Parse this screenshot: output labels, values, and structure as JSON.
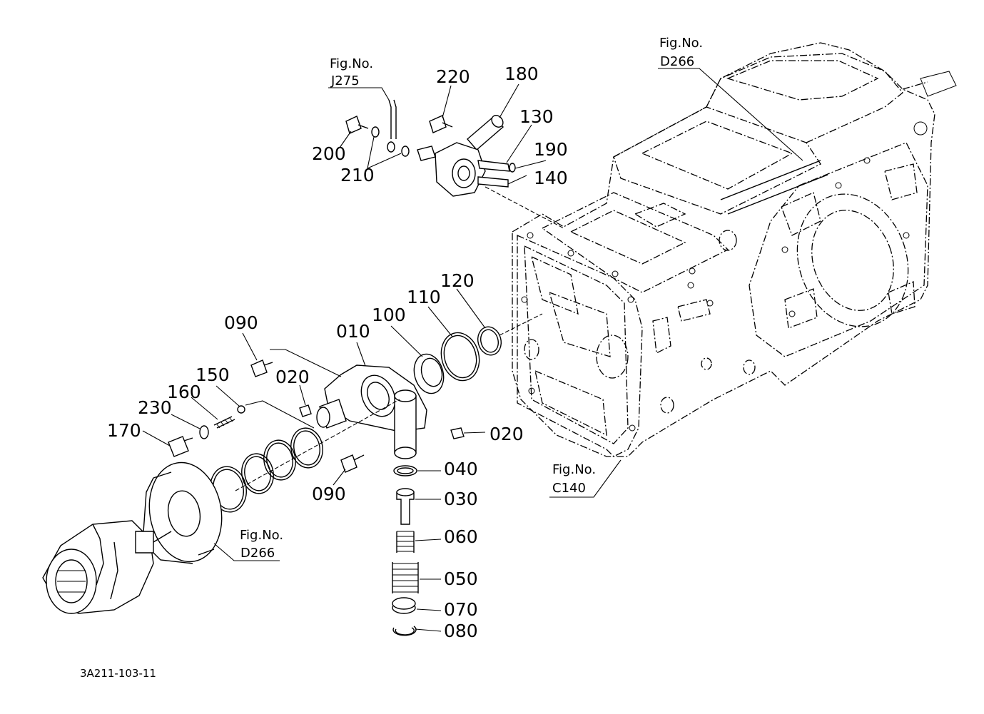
{
  "parts": {
    "p010": "010",
    "p020a": "020",
    "p020b": "020",
    "p030": "030",
    "p040": "040",
    "p050": "050",
    "p060": "060",
    "p070": "070",
    "p080": "080",
    "p090a": "090",
    "p090b": "090",
    "p100": "100",
    "p110": "110",
    "p120": "120",
    "p130": "130",
    "p140": "140",
    "p150": "150",
    "p160": "160",
    "p170": "170",
    "p180": "180",
    "p190": "190",
    "p200": "200",
    "p210": "210",
    "p220": "220",
    "p230": "230"
  },
  "figure_refs": {
    "j275": {
      "line1": "Fig.No.",
      "line2": "J275"
    },
    "d266_top": {
      "line1": "Fig.No.",
      "line2": "D266"
    },
    "d266_bottom": {
      "line1": "Fig.No.",
      "line2": "D266"
    },
    "c140": {
      "line1": "Fig.No.",
      "line2": "C140"
    }
  },
  "drawing_number": "3A211-103-11"
}
